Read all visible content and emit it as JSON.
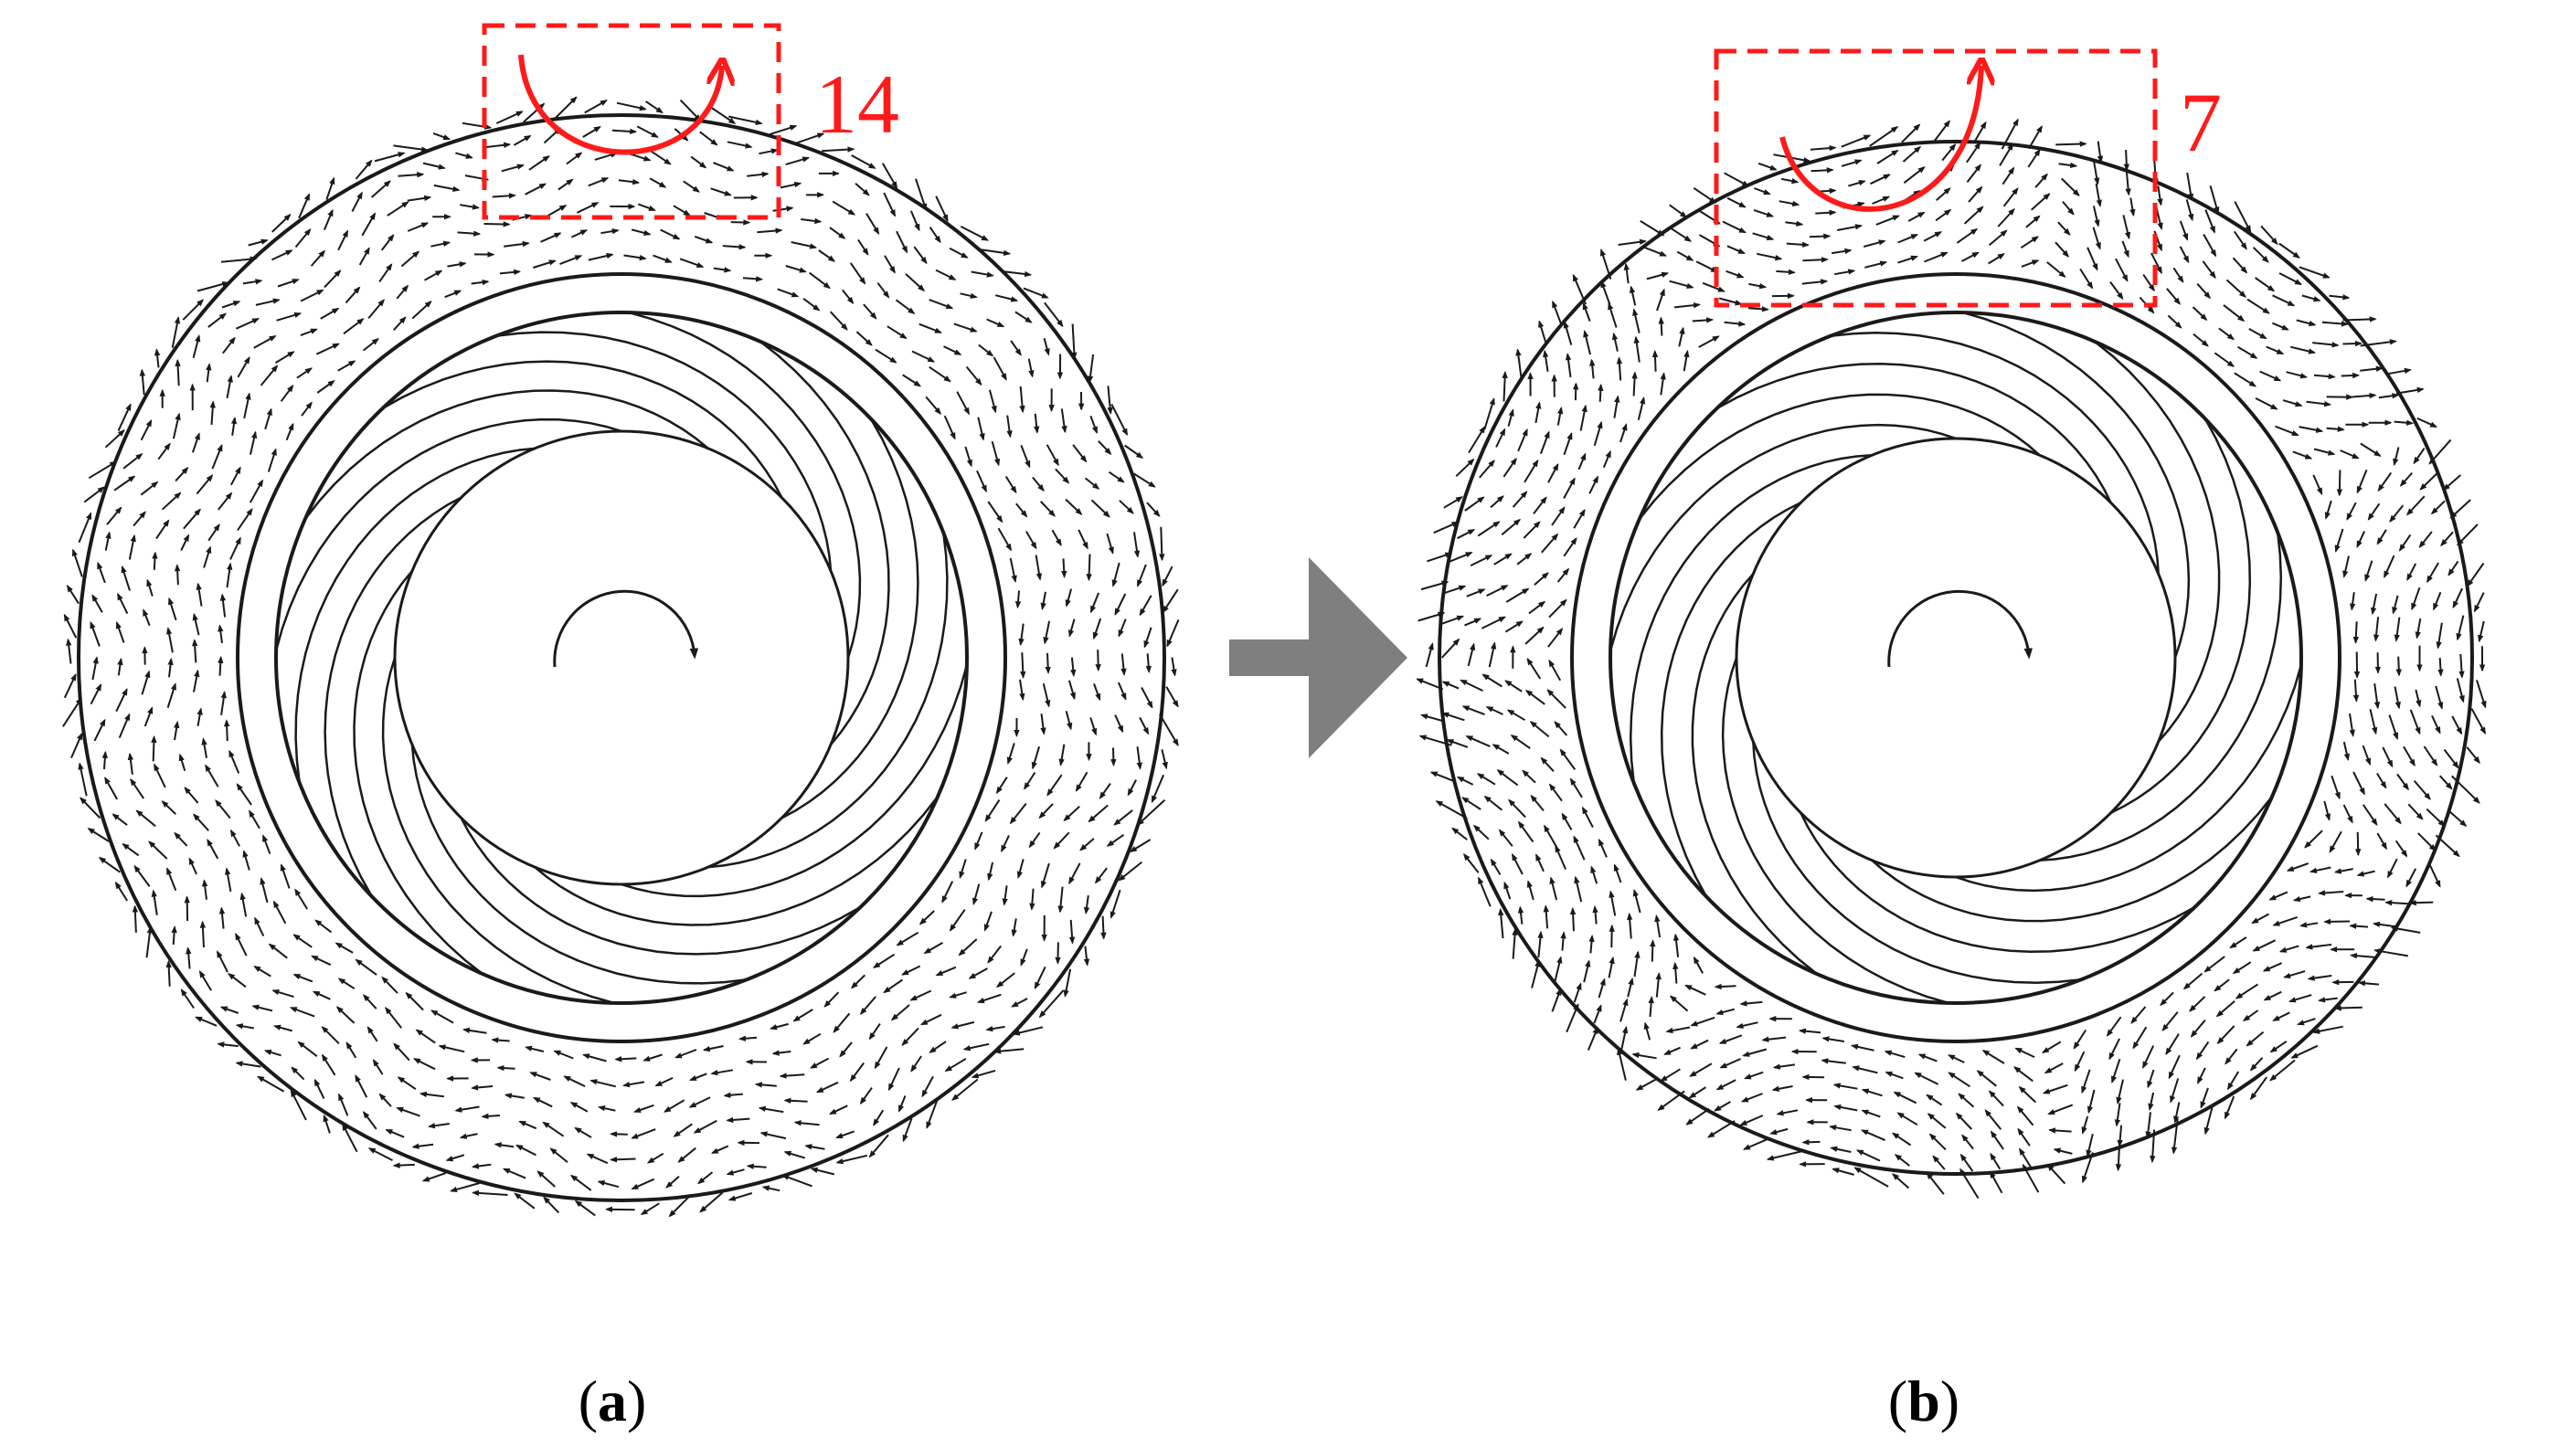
{
  "colors": {
    "outline": "#1a1a1a",
    "vector": "#1a1a1a",
    "highlight": "#ff1a1a",
    "transition_arrow": "#7f7f7f",
    "background": "#ffffff"
  },
  "panels": [
    {
      "id": "a",
      "label_open": "(",
      "label_letter": "a",
      "label_close": ")",
      "vortex_count": "14",
      "blade_count": 16,
      "flow_pattern": "swirl-with-14-cells"
    },
    {
      "id": "b",
      "label_open": "(",
      "label_letter": "b",
      "label_close": ")",
      "vortex_count": "7",
      "blade_count": 16,
      "flow_pattern": "swirl-with-7-cells"
    }
  ],
  "icons": {
    "rotation_direction": "curved-rotation-arrow-icon",
    "highlight_vortex": "curved-vortex-arrow-icon",
    "transition": "right-arrow-icon"
  }
}
